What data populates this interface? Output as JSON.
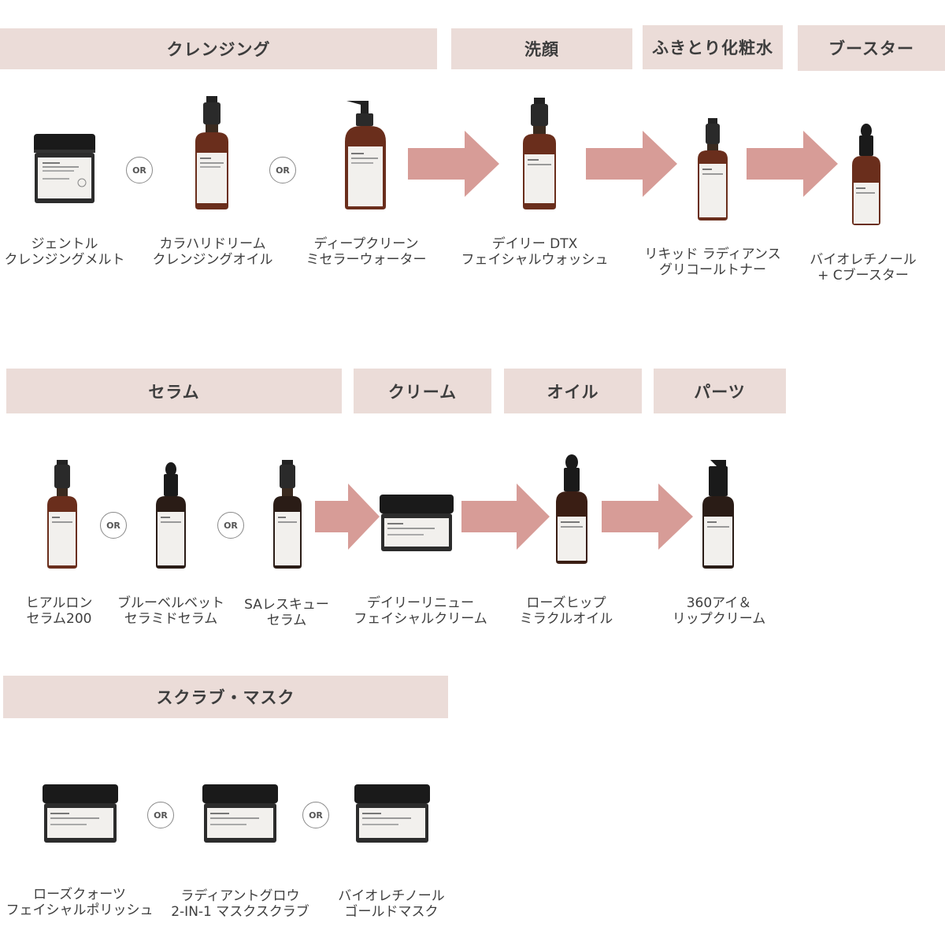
{
  "colors": {
    "header_bg": "#ebdcd8",
    "arrow": "#d79c97",
    "amber_glass": "#6a2e1c",
    "label_white": "#f2f0ed",
    "cap_black": "#1a1a1a"
  },
  "or_label": "OR",
  "sections": {
    "row1": {
      "headers": [
        "クレンジング",
        "洗顔",
        "ふきとり化粧水",
        "ブースター"
      ],
      "products": [
        {
          "line1": "ジェントル",
          "line2": "クレンジングメルト"
        },
        {
          "line1": "カラハリドリーム",
          "line2": "クレンジングオイル"
        },
        {
          "line1": "ディープクリーン",
          "line2": "ミセラーウォーター"
        },
        {
          "line1": "デイリー DTX",
          "line2": "フェイシャルウォッシュ"
        },
        {
          "line1": "リキッド ラディアンス",
          "line2": "グリコールトナー"
        },
        {
          "line1": "バイオレチノール",
          "line2": "+ Cブースター"
        }
      ]
    },
    "row2": {
      "headers": [
        "セラム",
        "クリーム",
        "オイル",
        "パーツ"
      ],
      "products": [
        {
          "line1": "ヒアルロン",
          "line2": "セラム200"
        },
        {
          "line1": "ブルーベルベット",
          "line2": "セラミドセラム"
        },
        {
          "line1": "SAレスキュー",
          "line2": "セラム"
        },
        {
          "line1": "デイリーリニュー",
          "line2": "フェイシャルクリーム"
        },
        {
          "line1": "ローズヒップ",
          "line2": "ミラクルオイル"
        },
        {
          "line1": "360アイ＆",
          "line2": "リップクリーム"
        }
      ]
    },
    "row3": {
      "headers": [
        "スクラブ・マスク"
      ],
      "products": [
        {
          "line1": "ローズクォーツ",
          "line2": "フェイシャルポリッシュ"
        },
        {
          "line1": "ラディアントグロウ",
          "line2": "2-IN-1 マスクスクラブ"
        },
        {
          "line1": "バイオレチノール",
          "line2": "ゴールドマスク"
        }
      ]
    }
  }
}
